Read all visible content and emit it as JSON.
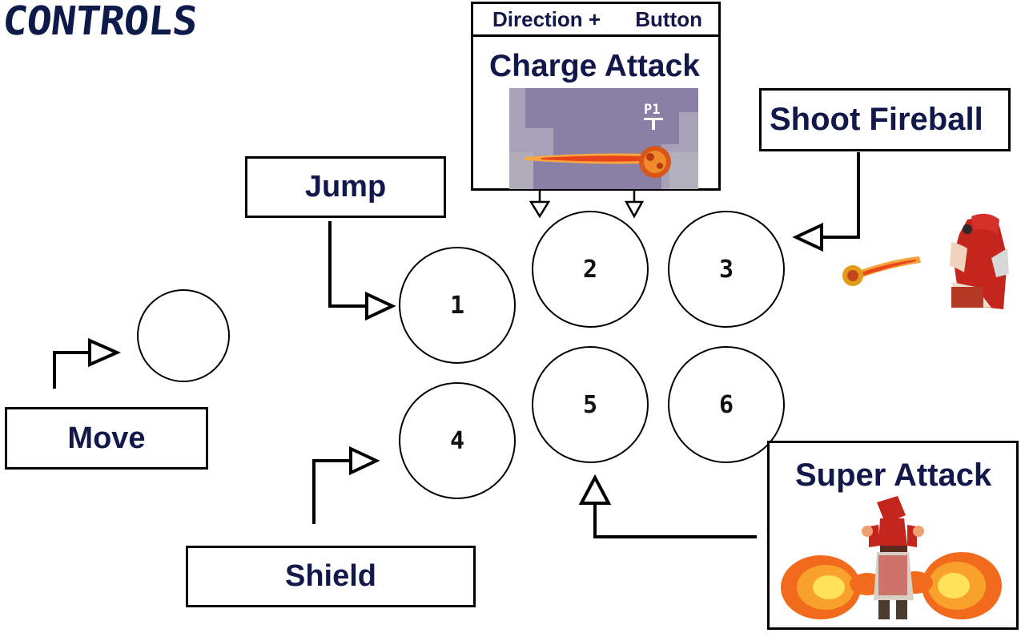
{
  "page_title": "CONTROLS",
  "labels": {
    "move": "Move",
    "jump": "Jump",
    "shield": "Shield",
    "shoot_fireball": "Shoot Fireball",
    "super_attack": "Super Attack",
    "direction_plus": "Direction +",
    "button_word": "Button",
    "charge_attack": "Charge Attack",
    "p1_tag": "P1"
  },
  "buttons": [
    "1",
    "2",
    "3",
    "4",
    "5",
    "6"
  ],
  "colors": {
    "title": "#0d1a4a",
    "label_text": "#13184a",
    "charge_bg": "#8f86a8",
    "fireball_orange": "#f26a1b",
    "character_red": "#c4261d"
  }
}
